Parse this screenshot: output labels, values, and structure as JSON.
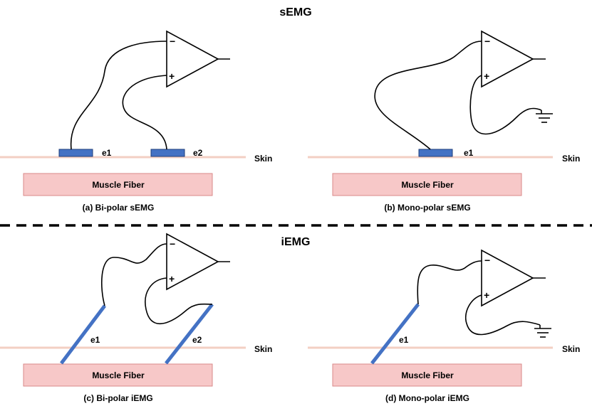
{
  "titles": {
    "semg": "sEMG",
    "iemg": "iEMG"
  },
  "labels": {
    "skin": "Skin",
    "muscle_fiber": "Muscle Fiber",
    "e1": "e1",
    "e2": "e2",
    "minus": "−",
    "plus": "+"
  },
  "captions": {
    "a": "(a) Bi-polar sEMG",
    "b": "(b) Mono-polar sEMG",
    "c": "(c) Bi-polar iEMG",
    "d": "(d) Mono-polar iEMG"
  },
  "colors": {
    "electrode": "#4472c4",
    "skin": "#f3cfc3",
    "muscle_fiber": "#f7c8c8"
  }
}
